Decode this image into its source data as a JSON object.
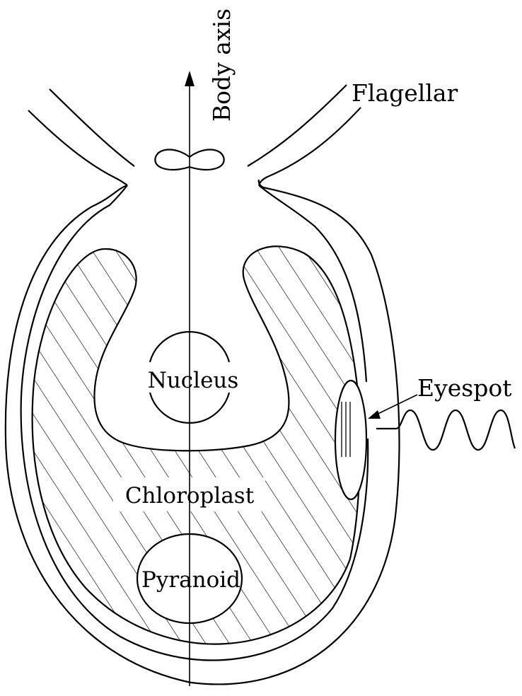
{
  "diagram": {
    "labels": {
      "body_axis": "Body axis",
      "flagellar": "Flagellar",
      "nucleus": "Nucleus",
      "eyespot": "Eyespot",
      "chloroplast": "Chloroplast",
      "pyranoid": "Pyranoid"
    },
    "colors": {
      "stroke": "#000000",
      "background": "#ffffff"
    }
  }
}
